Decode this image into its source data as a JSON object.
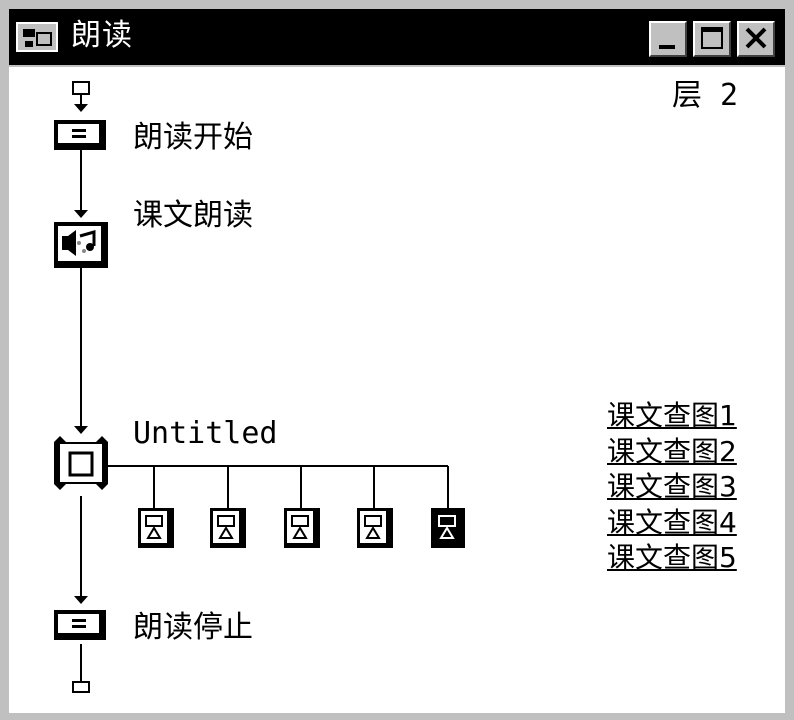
{
  "window": {
    "title": "朗读",
    "title_icon": "authorware-map-icon",
    "controls": {
      "minimize": "minimize-icon",
      "maximize": "maximize-icon",
      "close": "close-icon"
    }
  },
  "flowline": {
    "level_label": "层 2",
    "icons": [
      {
        "type": "calculation",
        "label": "朗读开始"
      },
      {
        "type": "sound",
        "label": "课文朗读"
      },
      {
        "type": "interaction",
        "label": "Untitled"
      },
      {
        "type": "calculation",
        "label": "朗读停止"
      }
    ],
    "branch_icons": [
      {
        "type": "map",
        "label": "课文查图1",
        "selected": false
      },
      {
        "type": "map",
        "label": "课文查图2",
        "selected": false
      },
      {
        "type": "map",
        "label": "课文查图3",
        "selected": false
      },
      {
        "type": "map",
        "label": "课文查图4",
        "selected": false
      },
      {
        "type": "map",
        "label": "课文查图5",
        "selected": true
      }
    ]
  }
}
